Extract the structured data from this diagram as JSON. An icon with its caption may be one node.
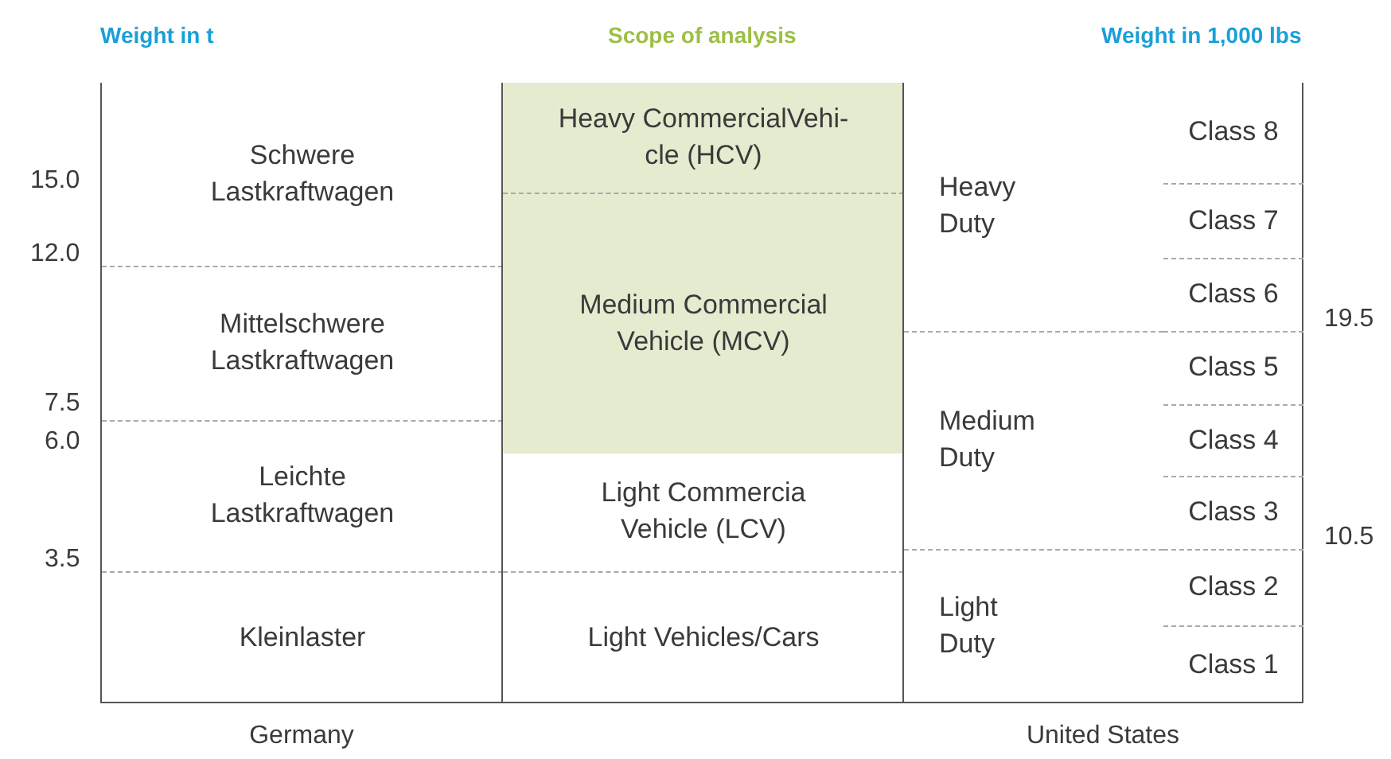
{
  "diagram": {
    "nodes": [
      {
        "text": [
          "Germany"
        ]
      },
      {
        "text": [
          "Schwere Lastkraftwagen"
        ],
        "in": 0
      },
      {
        "text": [
          "Mittelschwere Lastkraftwagen"
        ],
        "in": 0
      },
      {
        "text": [
          "Leichte Lastkraftwagen"
        ],
        "in": 0
      },
      {
        "text": [
          "Kleinlaster"
        ],
        "in": 0
      },
      {
        "text": [],
        "shape": "box"
      },
      {
        "text": [
          "Heavy CommercialVehi- cle (HCV)"
        ],
        "in": 5
      },
      {
        "text": [
          "Medium Commercial Vehicle (MCV)"
        ],
        "in": 5
      },
      {
        "text": [
          "Light Commercia Vehicle (LCV)"
        ],
        "in": 5
      },
      {
        "text": [
          "Light Vehicles/Cars"
        ],
        "in": 5
      },
      {
        "text": [
          "United States"
        ]
      },
      {
        "text": [
          "Heavy Duty"
        ],
        "in": 10
      },
      {
        "text": [
          "Medium Duty"
        ],
        "in": 10
      },
      {
        "text": [
          "Light Duty"
        ],
        "in": 10
      },
      {
        "text": [
          "Class 8"
        ],
        "in": 10
      },
      {
        "text": [
          "Class 7"
        ],
        "in": 10
      },
      {
        "text": [
          "Class 6"
        ],
        "in": 10
      },
      {
        "text": [
          "Class 5"
        ],
        "in": 10
      },
      {
        "text": [
          "Class 4"
        ],
        "in": 10
      },
      {
        "text": [
          "Class 3"
        ],
        "in": 10
      },
      {
        "text": [
          "Class 2"
        ],
        "in": 10
      },
      {
        "text": [
          "Class 1"
        ],
        "in": 10
      }
    ],
    "labels": [
      "Weight in t",
      "Scope of analysis",
      "Weight in 1,000 lbs",
      "15.0",
      "12.0",
      "7.5",
      "6.0",
      "3.5",
      "19.5",
      "10.5"
    ]
  }
}
